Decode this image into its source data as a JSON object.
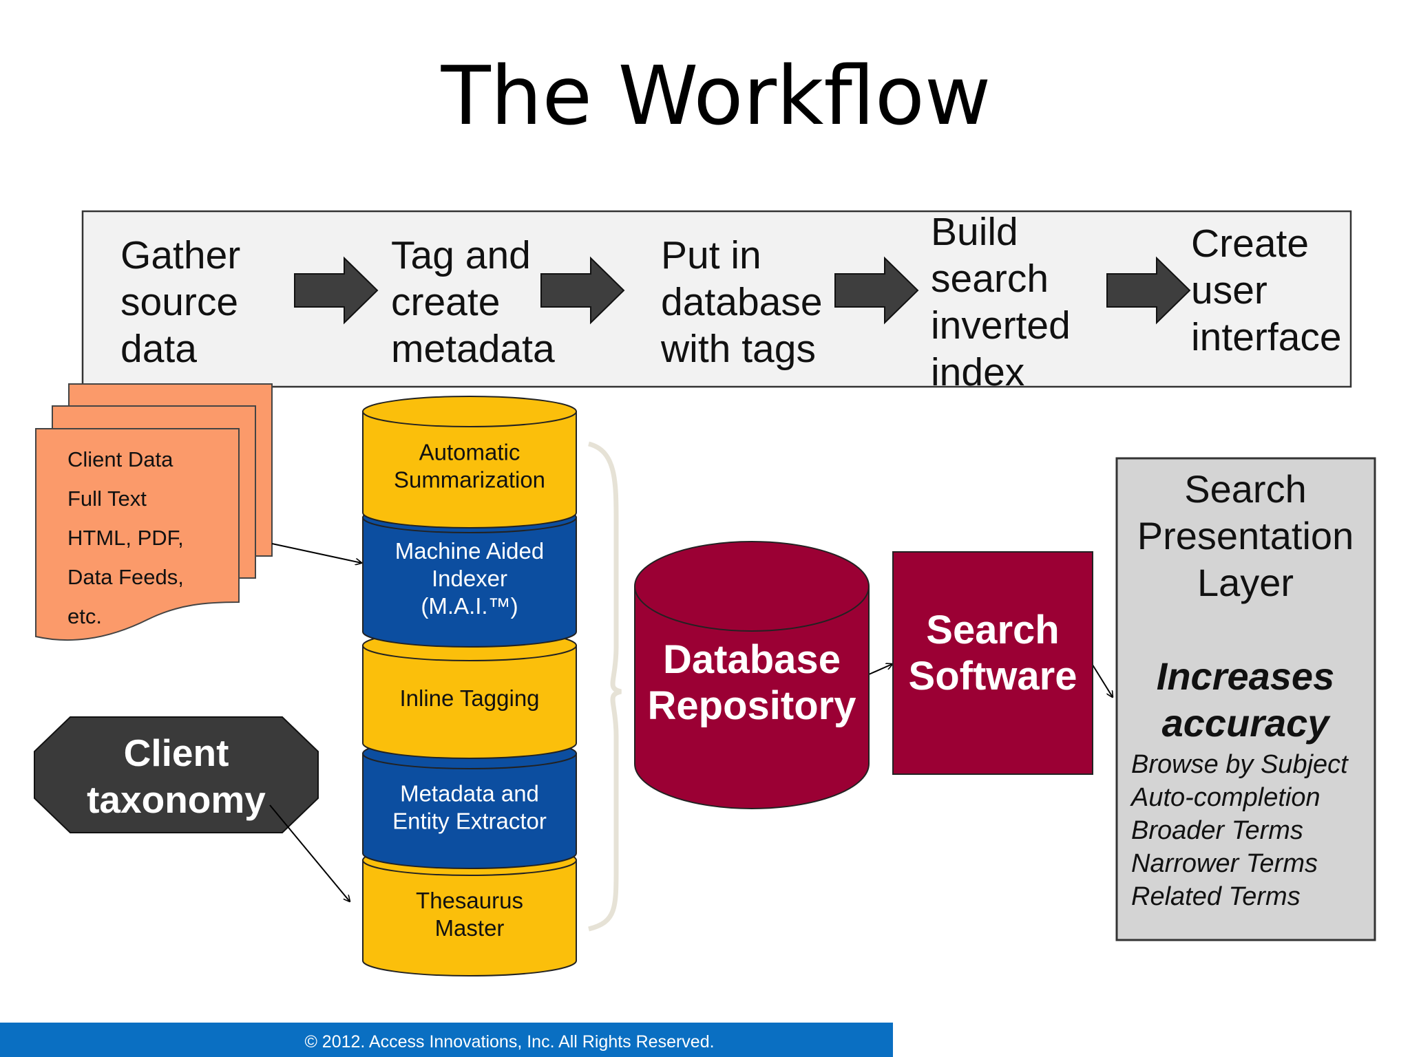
{
  "title": "The Workflow",
  "process_steps": [
    {
      "lines": [
        "Gather",
        "source",
        "data"
      ]
    },
    {
      "lines": [
        "Tag and",
        "create",
        "metadata"
      ]
    },
    {
      "lines": [
        "Put in",
        "database",
        "with tags"
      ]
    },
    {
      "lines": [
        "Build",
        "search",
        "inverted",
        "index"
      ]
    },
    {
      "lines": [
        "Create",
        "user",
        "interface"
      ]
    }
  ],
  "source_docs": {
    "lines": [
      "Client Data",
      "Full Text",
      "HTML, PDF,",
      "Data Feeds,",
      "etc."
    ]
  },
  "taxonomy": {
    "lines": [
      "Client",
      "taxonomy"
    ]
  },
  "tool_stack": [
    {
      "lines": [
        "Automatic",
        "Summarization"
      ],
      "color": "#fbbf0b"
    },
    {
      "lines": [
        "Machine Aided",
        "Indexer",
        "(M.A.I.™)"
      ],
      "color": "#0c4ea0"
    },
    {
      "lines": [
        "Inline Tagging"
      ],
      "color": "#fbbf0b"
    },
    {
      "lines": [
        "Metadata and",
        "Entity Extractor"
      ],
      "color": "#0c4ea0"
    },
    {
      "lines": [
        "Thesaurus",
        "Master"
      ],
      "color": "#fbbf0b"
    }
  ],
  "database": {
    "lines": [
      "Database",
      "Repository"
    ]
  },
  "search_software": {
    "lines": [
      "Search",
      "Software"
    ]
  },
  "presentation": {
    "heading": [
      "Search",
      "Presentation",
      "Layer"
    ],
    "emphasis": [
      "Increases",
      "accuracy"
    ],
    "features": [
      "Browse by Subject",
      "Auto-completion",
      "Broader Terms",
      "Narrower Terms",
      "Related Terms"
    ]
  },
  "footer": "© 2012.  Access Innovations, Inc. All Rights Reserved.",
  "colors": {
    "gold": "#fbbf0b",
    "blue": "#0c4ea0",
    "maroon": "#9b0034",
    "doc_orange": "#fb9a6a",
    "arrow_dark": "#3e3e3e",
    "footer_blue": "#0a6fc2",
    "panel_grey": "#d4d4d4"
  }
}
